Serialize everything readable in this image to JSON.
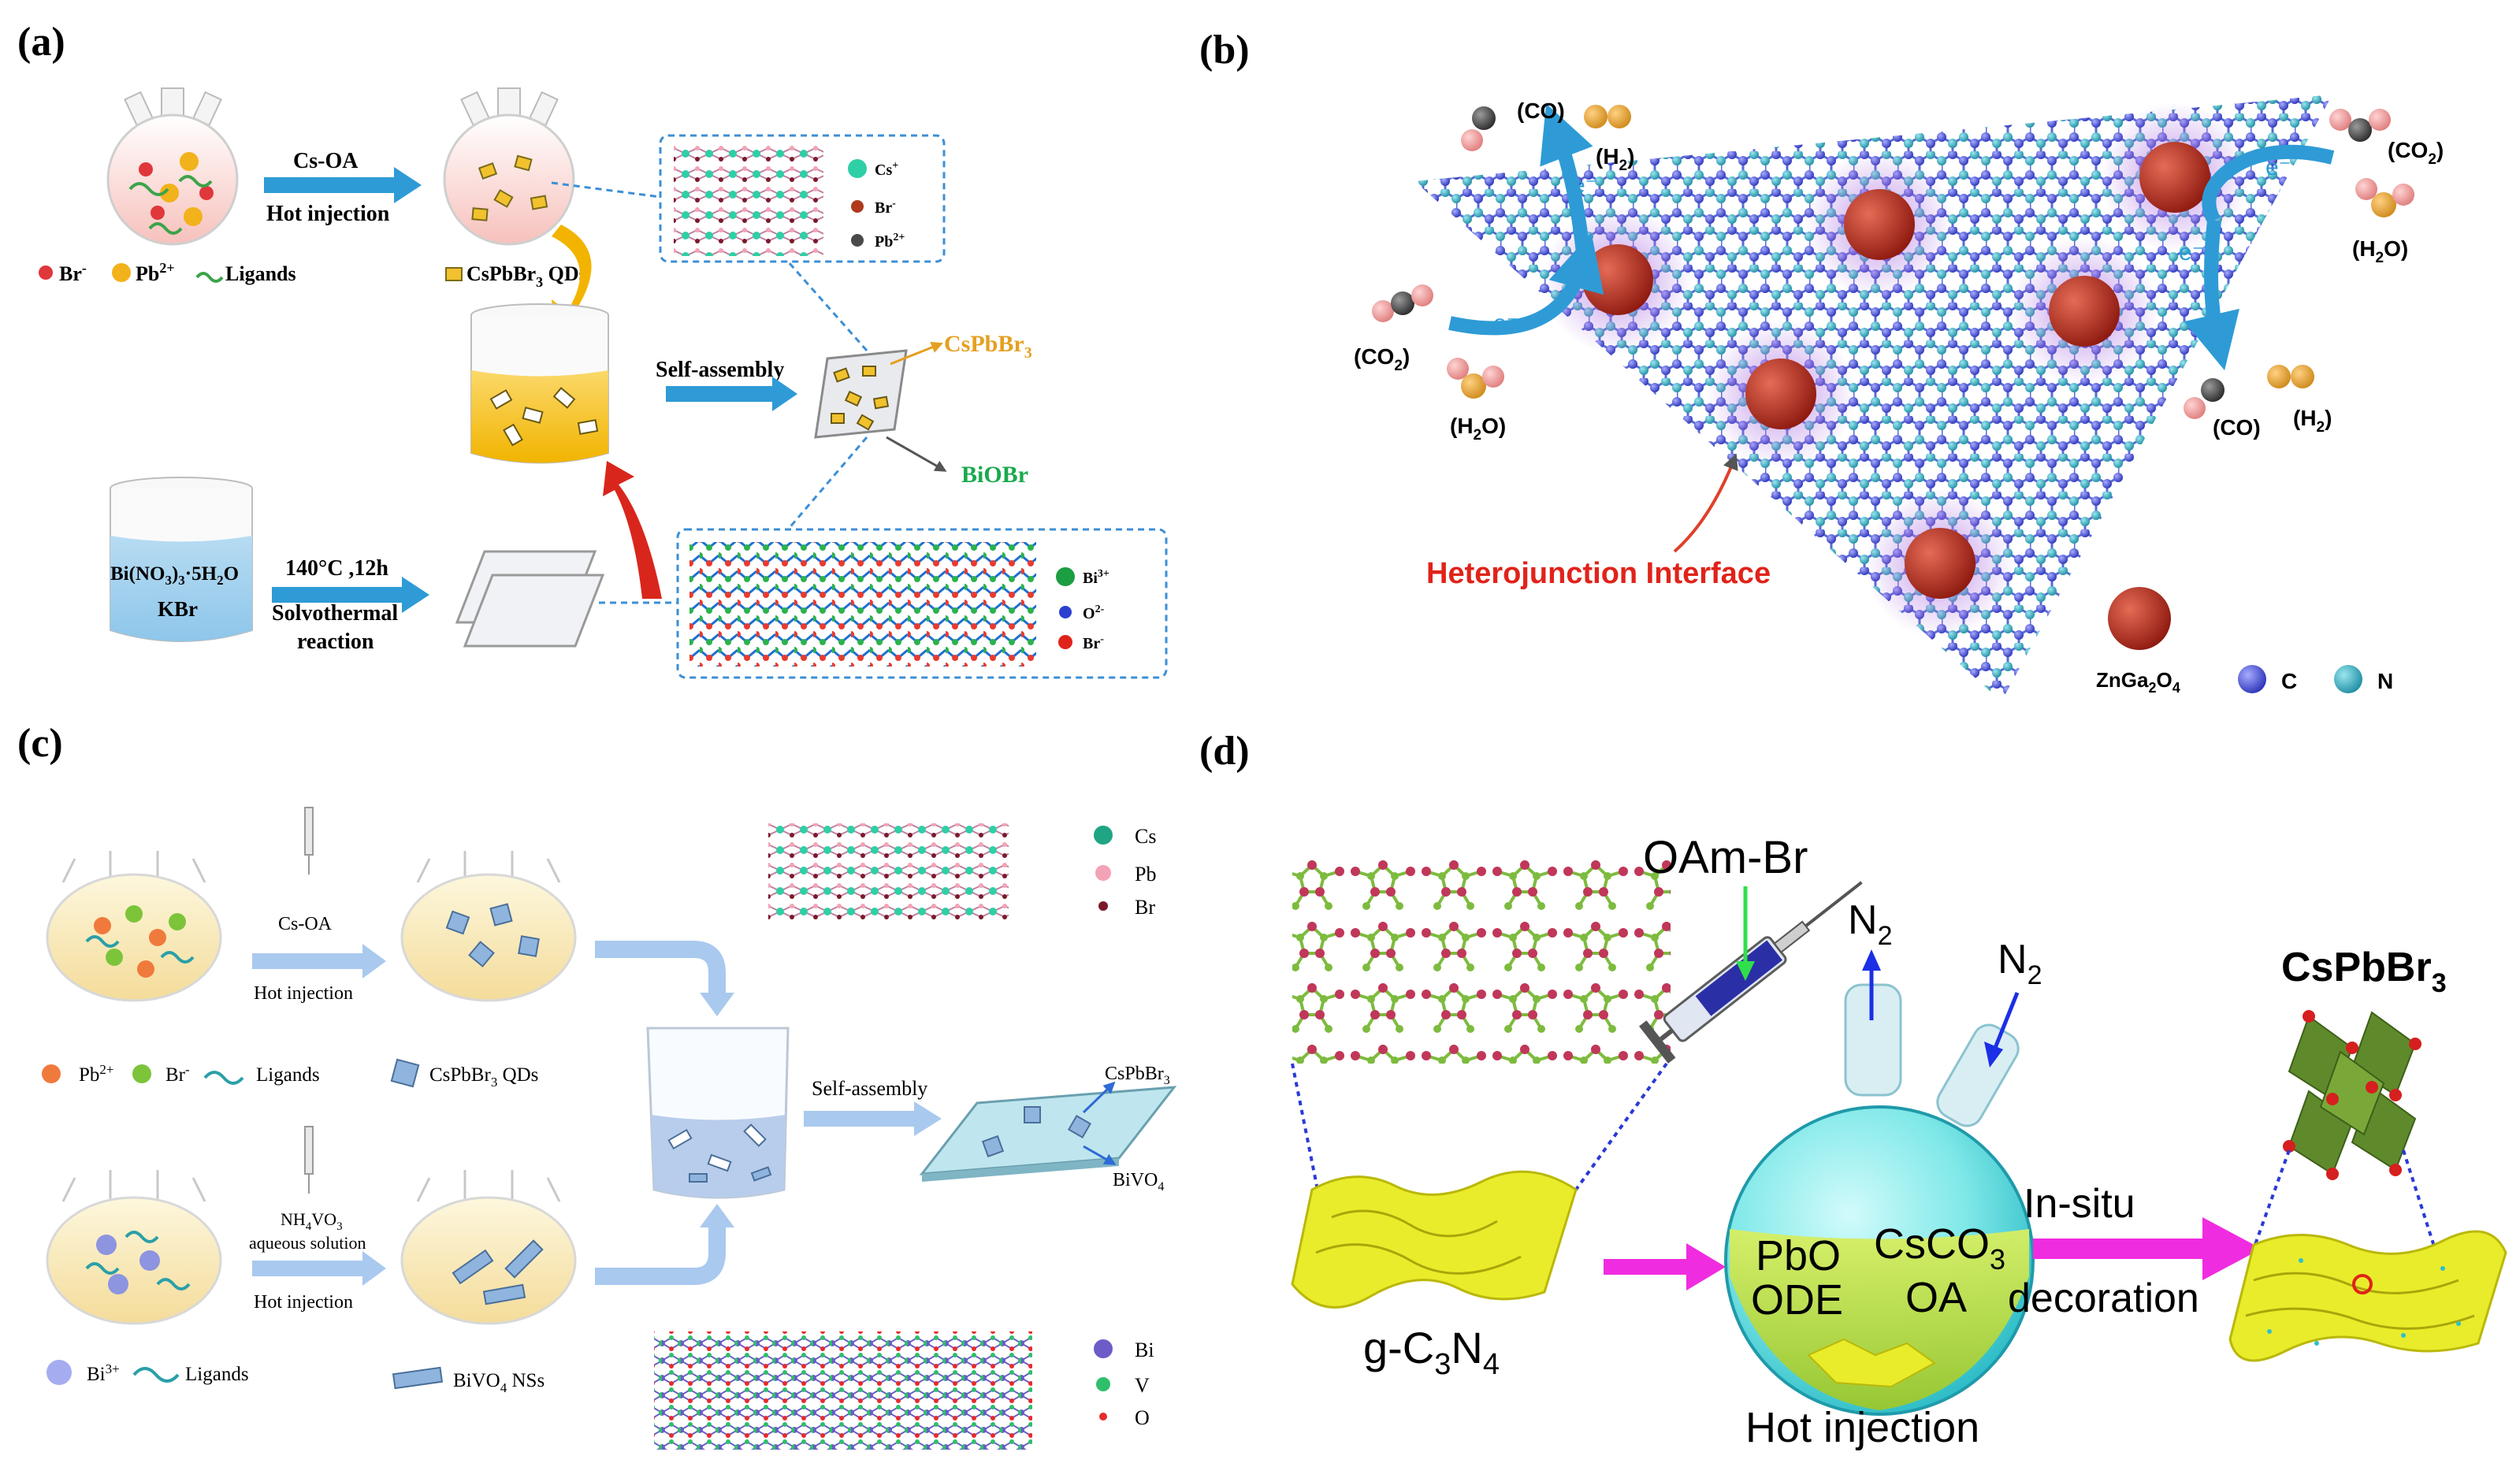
{
  "panel_a": {
    "tag": "(a)",
    "cs_oa": "Cs-OA",
    "hot_injection": "Hot injection",
    "legend_br": "Br",
    "legend_br_sup": "-",
    "legend_pb": "Pb",
    "legend_pb_sup": "2+",
    "legend_ligands": "Ligands",
    "qds_prefix": "CsPbBr",
    "qds_sub": "3",
    "qds_suffix": " QDs",
    "ion_cs": "Cs",
    "ion_cs_sup": "+",
    "ion_br": "Br",
    "ion_br_sup": "-",
    "ion_pb": "Pb",
    "ion_pb_sup": "2+",
    "self_assembly": "Self-assembly",
    "cspbbr3_prefix": "CsPbBr",
    "cspbbr3_sub": "3",
    "biobr": "BiOBr",
    "beaker_line1_a": "Bi(NO",
    "beaker_line1_sub1": "3",
    "beaker_line1_b": ")",
    "beaker_line1_sub2": "3",
    "beaker_line1_c": "·5H",
    "beaker_line1_sub3": "2",
    "beaker_line1_d": "O",
    "beaker_line2": "KBr",
    "temp": "140°C ,12h",
    "solvothermal": "Solvothermal",
    "reaction": "reaction",
    "ion_bi": "Bi",
    "ion_bi_sup": "3+",
    "ion_o": "O",
    "ion_o_sup": "2-",
    "ion_br2": "Br",
    "ion_br2_sup": "-"
  },
  "panel_b": {
    "tag": "(b)",
    "co_left": "(CO)",
    "h2_left_a": "(H",
    "h2_left_sub": "2",
    "h2_left_b": ")",
    "co2_right_a": "(CO",
    "co2_right_sub": "2",
    "co2_right_b": ")",
    "h2o_right_a": "(H",
    "h2o_right_sub": "2",
    "h2o_right_b": "O)",
    "co2_left_a": "(CO",
    "co2_left_sub": "2",
    "co2_left_b": ")",
    "h2o_left_a": "(H",
    "h2o_left_sub": "2",
    "h2o_left_b": "O)",
    "co_right": "(CO)",
    "h2_right_a": "(H",
    "h2_right_sub": "2",
    "h2_right_b": ")",
    "heterojunction": "Heterojunction Interface",
    "legend_zn_a": "ZnGa",
    "legend_zn_sub1": "2",
    "legend_zn_b": "O",
    "legend_zn_sub2": "4",
    "legend_c": "C",
    "legend_n": "N",
    "electron": "e⁻"
  },
  "panel_c": {
    "tag": "(c)",
    "cs_oa": "Cs-OA",
    "hot_injection_1": "Hot injection",
    "legend_pb": "Pb",
    "legend_pb_sup": "2+",
    "legend_br": "Br",
    "legend_br_sup": "-",
    "legend_ligands": "Ligands",
    "qds_prefix": "CsPbBr",
    "qds_sub": "3",
    "qds_suffix": " QDs",
    "nh4vo3_a": "NH",
    "nh4vo3_sub1": "4",
    "nh4vo3_b": "VO",
    "nh4vo3_sub2": "3",
    "aqueous": "aqueous solution",
    "hot_injection_2": "Hot injection",
    "legend_bi": "Bi",
    "legend_bi_sup": "3+",
    "legend_ligands_2": "Ligands",
    "bivo4_prefix": "BiVO",
    "bivo4_sub": "4",
    "bivo4_suffix": " NSs",
    "self_assembly": "Self-assembly",
    "cspbbr3_prefix": "CsPbBr",
    "cspbbr3_sub": "3",
    "bivo4_lbl_prefix": "BiVO",
    "bivo4_lbl_sub": "4",
    "leg_cs": "Cs",
    "leg_pb": "Pb",
    "leg_br": "Br",
    "leg_bi": "Bi",
    "leg_v": "V",
    "leg_o": "O"
  },
  "panel_d": {
    "tag": "(d)",
    "oam_br": "OAm-Br",
    "n2_a": "N",
    "n2_sub": "2",
    "n2_b": "N",
    "n2_sub_b": "2",
    "cspbbr3_prefix": "CsPbBr",
    "cspbbr3_sub": "3",
    "pbo": "PbO",
    "ode": "ODE",
    "csco3_prefix": "CsCO",
    "csco3_sub": "3",
    "oa": "OA",
    "in_situ": "In-situ",
    "decoration": "decoration",
    "gc3n4_a": "g-C",
    "gc3n4_sub1": "3",
    "gc3n4_b": "N",
    "gc3n4_sub2": "4",
    "hot_injection": "Hot injection"
  },
  "colors": {
    "arrow_blue": "#2e9bd6",
    "arrow_lightblue": "#a9c9ef",
    "arrow_magenta": "#f02ce0",
    "arrow_red": "#d9261c",
    "text_green": "#19a94d",
    "text_orange": "#e5a020",
    "text_red": "#e0231a",
    "cs_teal": "#2fcfa6",
    "qd_yellow": "#f5c518",
    "carbon_blue": "#4048d6",
    "nitrogen_teal": "#2aa3b6",
    "zgo_red": "#b4291e"
  }
}
